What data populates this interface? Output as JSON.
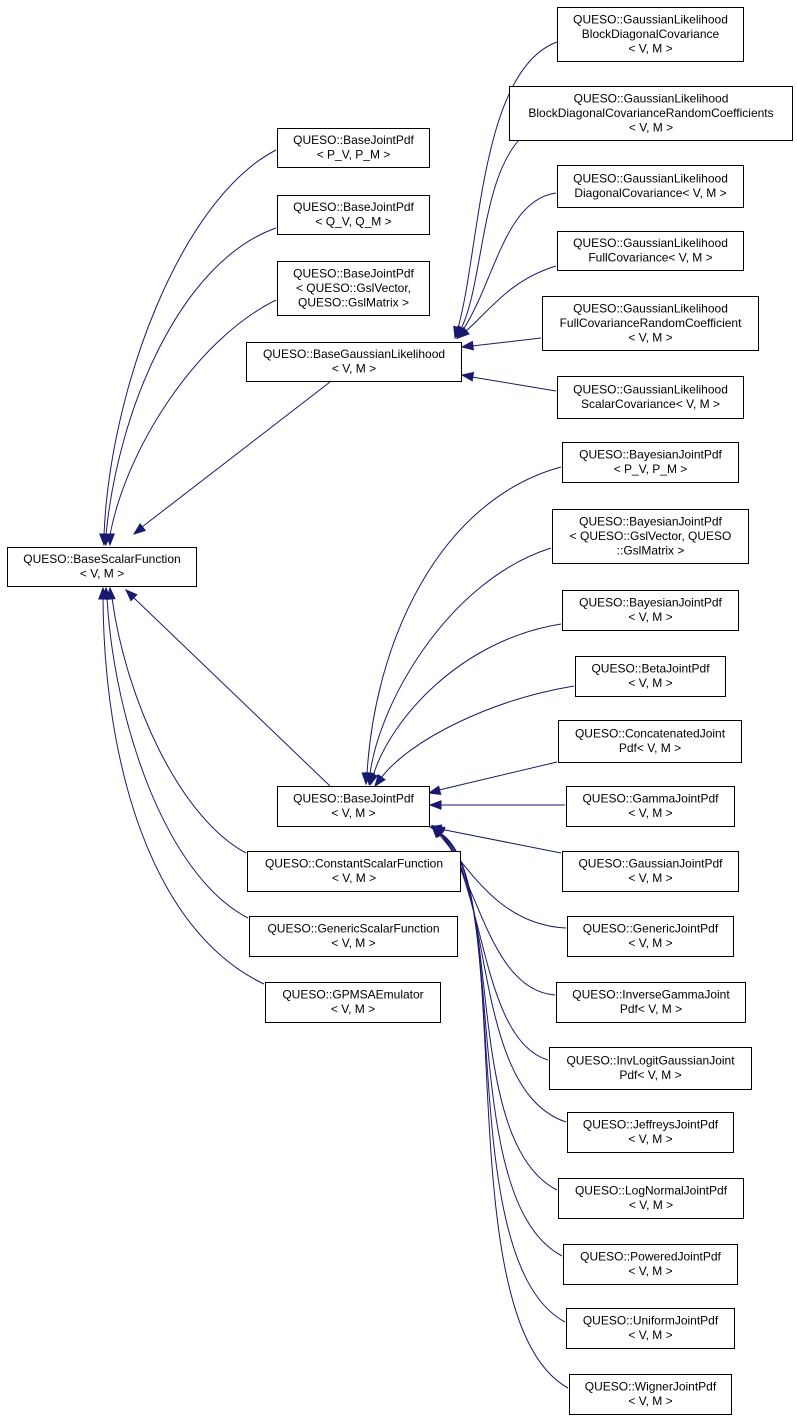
{
  "diagram": {
    "type": "inheritance-graph",
    "colors": {
      "edge": "#191970",
      "node_border": "#000000",
      "node_fill": "#ffffff"
    },
    "nodes": {
      "base_scalar_function": [
        "QUESO::BaseScalarFunction",
        "< V, M >"
      ],
      "base_joint_pdf_pv": [
        "QUESO::BaseJointPdf",
        "< P_V, P_M >"
      ],
      "base_joint_pdf_qv": [
        "QUESO::BaseJointPdf",
        "< Q_V, Q_M >"
      ],
      "base_joint_pdf_gsl": [
        "QUESO::BaseJointPdf",
        "< QUESO::GslVector,",
        "QUESO::GslMatrix >"
      ],
      "base_gaussian_likelihood": [
        "QUESO::BaseGaussianLikelihood",
        "< V, M >"
      ],
      "gl_block_diag": [
        "QUESO::GaussianLikelihood",
        "BlockDiagonalCovariance",
        "< V, M >"
      ],
      "gl_block_diag_rc": [
        "QUESO::GaussianLikelihood",
        "BlockDiagonalCovarianceRandomCoefficients",
        "< V, M >"
      ],
      "gl_diag": [
        "QUESO::GaussianLikelihood",
        "DiagonalCovariance< V, M >"
      ],
      "gl_full": [
        "QUESO::GaussianLikelihood",
        "FullCovariance< V, M >"
      ],
      "gl_full_rc": [
        "QUESO::GaussianLikelihood",
        "FullCovarianceRandomCoefficient",
        "< V, M >"
      ],
      "gl_scalar": [
        "QUESO::GaussianLikelihood",
        "ScalarCovariance< V, M >"
      ],
      "bayesian_pv": [
        "QUESO::BayesianJointPdf",
        "< P_V, P_M >"
      ],
      "bayesian_gsl": [
        "QUESO::BayesianJointPdf",
        "< QUESO::GslVector, QUESO",
        "::GslMatrix >"
      ],
      "bayesian_vm": [
        "QUESO::BayesianJointPdf",
        "< V, M >"
      ],
      "beta": [
        "QUESO::BetaJointPdf",
        "< V, M >"
      ],
      "concatenated": [
        "QUESO::ConcatenatedJoint",
        "Pdf< V, M >"
      ],
      "base_joint_pdf_vm": [
        "QUESO::BaseJointPdf",
        "< V, M >"
      ],
      "gamma": [
        "QUESO::GammaJointPdf",
        "< V, M >"
      ],
      "constant_scalar": [
        "QUESO::ConstantScalarFunction",
        "< V, M >"
      ],
      "gaussian_joint": [
        "QUESO::GaussianJointPdf",
        "< V, M >"
      ],
      "generic_scalar": [
        "QUESO::GenericScalarFunction",
        "< V, M >"
      ],
      "generic_joint": [
        "QUESO::GenericJointPdf",
        "< V, M >"
      ],
      "gpmsa": [
        "QUESO::GPMSAEmulator",
        "< V, M >"
      ],
      "inverse_gamma": [
        "QUESO::InverseGammaJoint",
        "Pdf< V, M >"
      ],
      "inv_logit": [
        "QUESO::InvLogitGaussianJoint",
        "Pdf< V, M >"
      ],
      "jeffreys": [
        "QUESO::JeffreysJointPdf",
        "< V, M >"
      ],
      "lognormal": [
        "QUESO::LogNormalJointPdf",
        "< V, M >"
      ],
      "powered": [
        "QUESO::PoweredJointPdf",
        "< V, M >"
      ],
      "uniform": [
        "QUESO::UniformJointPdf",
        "< V, M >"
      ],
      "wigner": [
        "QUESO::WignerJointPdf",
        "< V, M >"
      ]
    },
    "edges": [
      [
        "base_joint_pdf_pv",
        "base_scalar_function"
      ],
      [
        "base_joint_pdf_qv",
        "base_scalar_function"
      ],
      [
        "base_joint_pdf_gsl",
        "base_scalar_function"
      ],
      [
        "base_gaussian_likelihood",
        "base_scalar_function"
      ],
      [
        "base_joint_pdf_vm",
        "base_scalar_function"
      ],
      [
        "constant_scalar",
        "base_scalar_function"
      ],
      [
        "generic_scalar",
        "base_scalar_function"
      ],
      [
        "gpmsa",
        "base_scalar_function"
      ],
      [
        "gl_block_diag",
        "base_gaussian_likelihood"
      ],
      [
        "gl_block_diag_rc",
        "base_gaussian_likelihood"
      ],
      [
        "gl_diag",
        "base_gaussian_likelihood"
      ],
      [
        "gl_full",
        "base_gaussian_likelihood"
      ],
      [
        "gl_full_rc",
        "base_gaussian_likelihood"
      ],
      [
        "gl_scalar",
        "base_gaussian_likelihood"
      ],
      [
        "bayesian_pv",
        "base_joint_pdf_vm"
      ],
      [
        "bayesian_gsl",
        "base_joint_pdf_vm"
      ],
      [
        "bayesian_vm",
        "base_joint_pdf_vm"
      ],
      [
        "beta",
        "base_joint_pdf_vm"
      ],
      [
        "concatenated",
        "base_joint_pdf_vm"
      ],
      [
        "gamma",
        "base_joint_pdf_vm"
      ],
      [
        "gaussian_joint",
        "base_joint_pdf_vm"
      ],
      [
        "generic_joint",
        "base_joint_pdf_vm"
      ],
      [
        "inverse_gamma",
        "base_joint_pdf_vm"
      ],
      [
        "inv_logit",
        "base_joint_pdf_vm"
      ],
      [
        "jeffreys",
        "base_joint_pdf_vm"
      ],
      [
        "lognormal",
        "base_joint_pdf_vm"
      ],
      [
        "powered",
        "base_joint_pdf_vm"
      ],
      [
        "uniform",
        "base_joint_pdf_vm"
      ],
      [
        "wigner",
        "base_joint_pdf_vm"
      ]
    ]
  }
}
